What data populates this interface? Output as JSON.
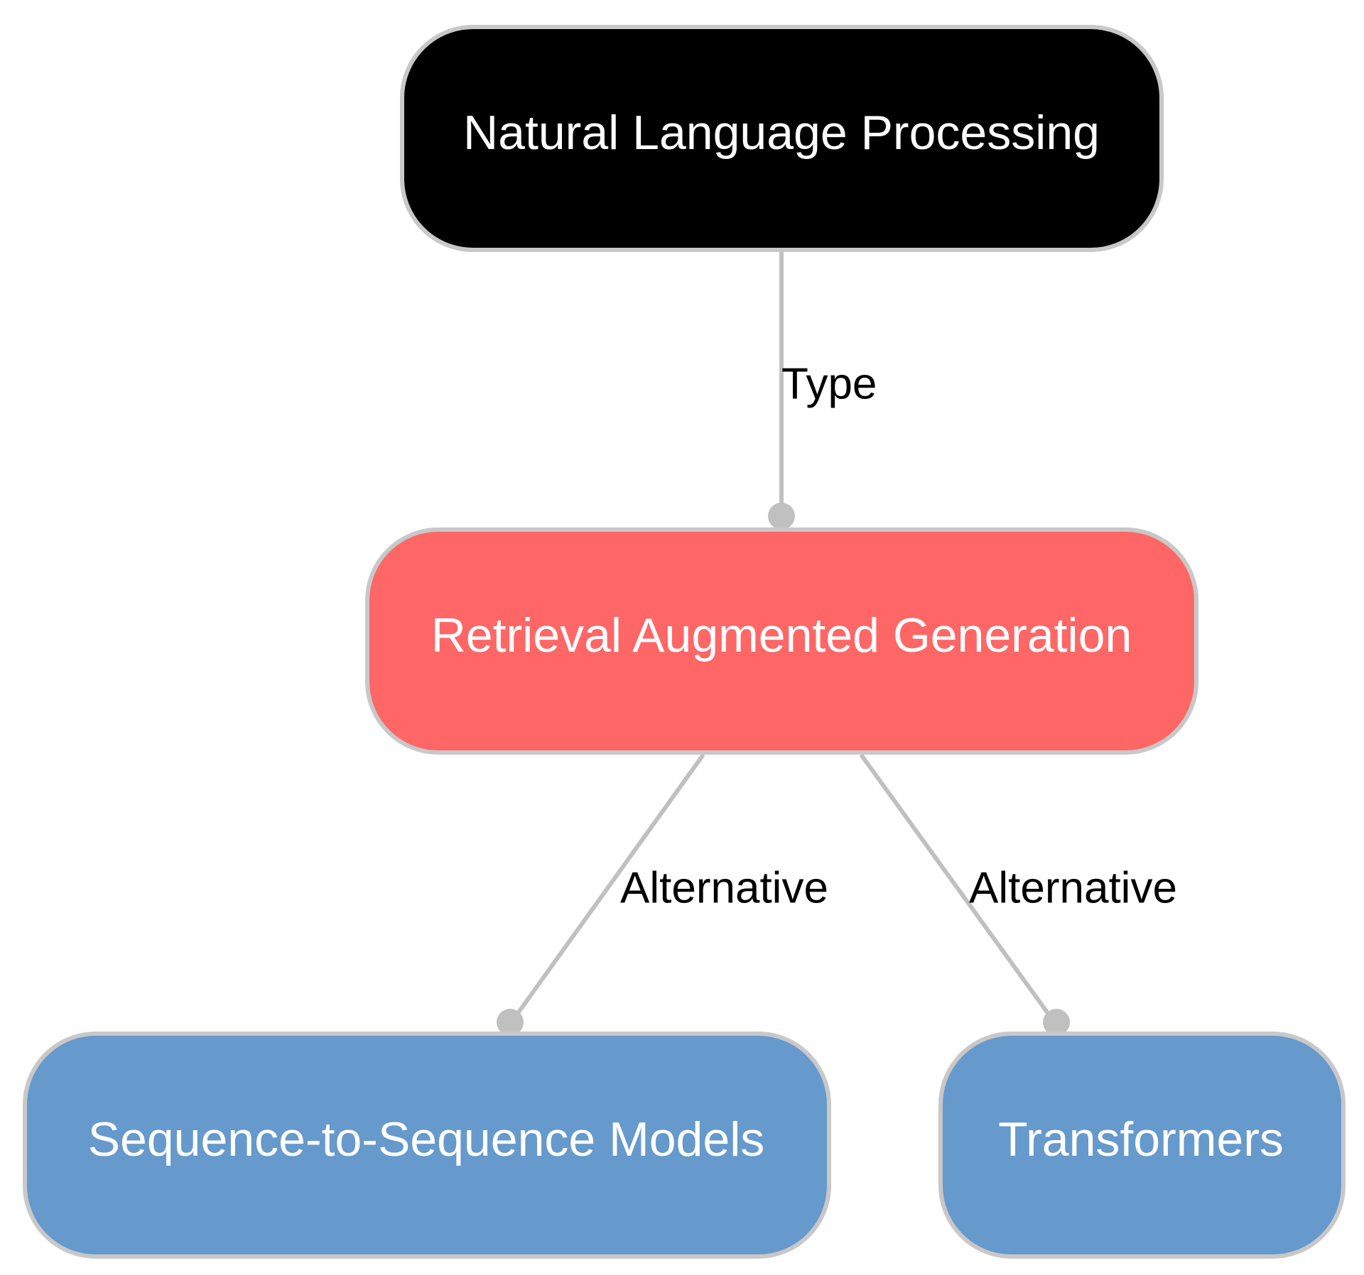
{
  "diagram": {
    "nodes": [
      {
        "id": "nlp",
        "label": "Natural Language Processing",
        "fill": "#000000",
        "text_color": "#ffffff"
      },
      {
        "id": "rag",
        "label": "Retrieval Augmented Generation",
        "fill": "#ff6666",
        "text_color": "#ffffff"
      },
      {
        "id": "seq2seq",
        "label": "Sequence-to-Sequence Models",
        "fill": "#6699cc",
        "text_color": "#ffffff"
      },
      {
        "id": "transformers",
        "label": "Transformers",
        "fill": "#6699cc",
        "text_color": "#ffffff"
      }
    ],
    "edges": [
      {
        "from": "nlp",
        "to": "rag",
        "label": "Type"
      },
      {
        "from": "rag",
        "to": "seq2seq",
        "label": "Alternative"
      },
      {
        "from": "rag",
        "to": "transformers",
        "label": "Alternative"
      }
    ],
    "edge_color": "#c0c0c0",
    "node_border_color": "#c8c8c8"
  }
}
